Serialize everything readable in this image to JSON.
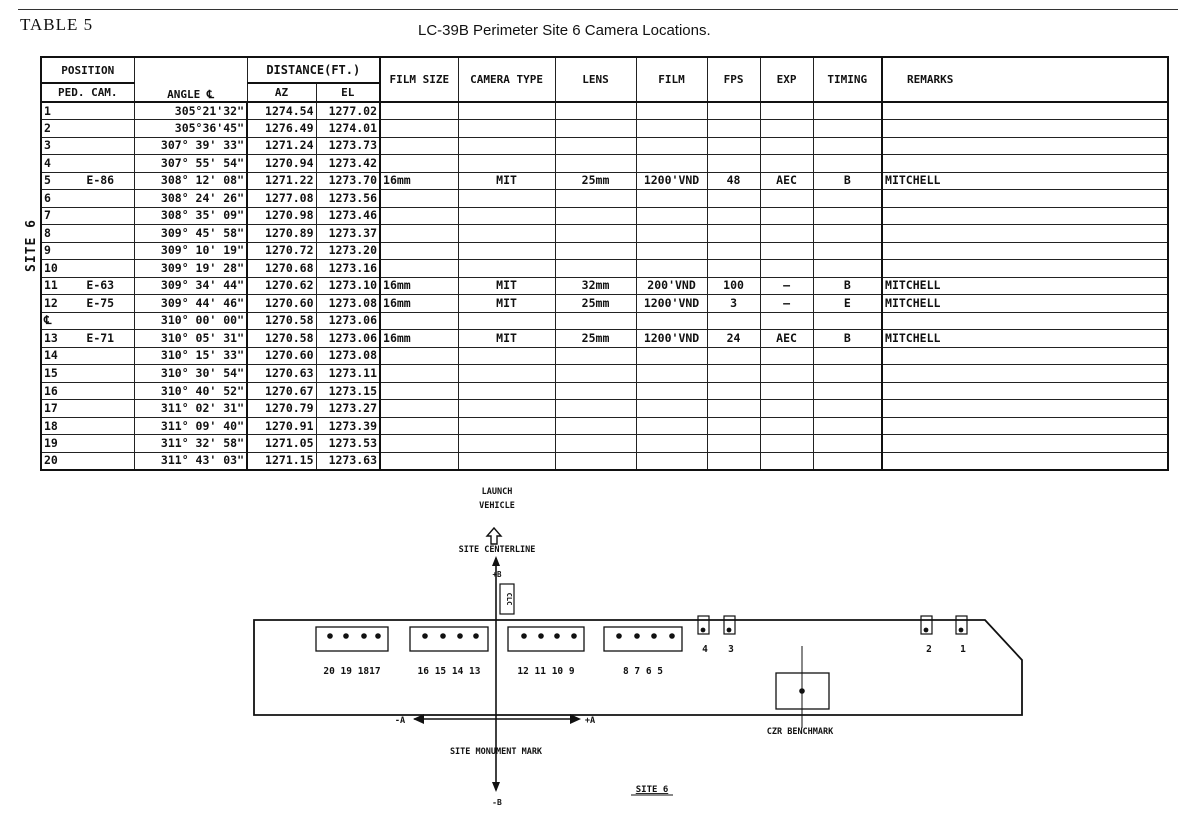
{
  "header": {
    "table_label": "TABLE 5",
    "title": "LC-39B Perimeter Site 6 Camera Locations."
  },
  "side_label": "SITE 6",
  "columns": {
    "position": "POSITION",
    "ped_cam": "PED. CAM.",
    "angle": "ANGLE ℄",
    "distance": "DISTANCE(FT.)",
    "az": "AZ",
    "el": "EL",
    "film_size": "FILM SIZE",
    "camera_type": "CAMERA TYPE",
    "lens": "LENS",
    "film": "FILM",
    "fps": "FPS",
    "exp": "EXP",
    "timing": "TIMING",
    "remarks": "REMARKS"
  },
  "rows": [
    {
      "pos": "1",
      "cam": "",
      "angle": "305°21'32\"",
      "az": "1274.54",
      "el": "1277.02",
      "film_size": "",
      "camera_type": "",
      "lens": "",
      "film": "",
      "fps": "",
      "exp": "",
      "timing": "",
      "remarks": ""
    },
    {
      "pos": "2",
      "cam": "",
      "angle": "305°36'45\"",
      "az": "1276.49",
      "el": "1274.01",
      "film_size": "",
      "camera_type": "",
      "lens": "",
      "film": "",
      "fps": "",
      "exp": "",
      "timing": "",
      "remarks": ""
    },
    {
      "pos": "3",
      "cam": "",
      "angle": "307° 39' 33\"",
      "az": "1271.24",
      "el": "1273.73",
      "film_size": "",
      "camera_type": "",
      "lens": "",
      "film": "",
      "fps": "",
      "exp": "",
      "timing": "",
      "remarks": ""
    },
    {
      "pos": "4",
      "cam": "",
      "angle": "307° 55' 54\"",
      "az": "1270.94",
      "el": "1273.42",
      "film_size": "",
      "camera_type": "",
      "lens": "",
      "film": "",
      "fps": "",
      "exp": "",
      "timing": "",
      "remarks": ""
    },
    {
      "pos": "5",
      "cam": "E-86",
      "angle": "308° 12' 08\"",
      "az": "1271.22",
      "el": "1273.70",
      "film_size": "16mm",
      "camera_type": "MIT",
      "lens": "25mm",
      "film": "1200'VND",
      "fps": "48",
      "exp": "AEC",
      "timing": "B",
      "remarks": "MITCHELL"
    },
    {
      "pos": "6",
      "cam": "",
      "angle": "308° 24' 26\"",
      "az": "1277.08",
      "el": "1273.56",
      "film_size": "",
      "camera_type": "",
      "lens": "",
      "film": "",
      "fps": "",
      "exp": "",
      "timing": "",
      "remarks": ""
    },
    {
      "pos": "7",
      "cam": "",
      "angle": "308° 35' 09\"",
      "az": "1270.98",
      "el": "1273.46",
      "film_size": "",
      "camera_type": "",
      "lens": "",
      "film": "",
      "fps": "",
      "exp": "",
      "timing": "",
      "remarks": ""
    },
    {
      "pos": "8",
      "cam": "",
      "angle": "309° 45' 58\"",
      "az": "1270.89",
      "el": "1273.37",
      "film_size": "",
      "camera_type": "",
      "lens": "",
      "film": "",
      "fps": "",
      "exp": "",
      "timing": "",
      "remarks": ""
    },
    {
      "pos": "9",
      "cam": "",
      "angle": "309° 10' 19\"",
      "az": "1270.72",
      "el": "1273.20",
      "film_size": "",
      "camera_type": "",
      "lens": "",
      "film": "",
      "fps": "",
      "exp": "",
      "timing": "",
      "remarks": ""
    },
    {
      "pos": "10",
      "cam": "",
      "angle": "309° 19' 28\"",
      "az": "1270.68",
      "el": "1273.16",
      "film_size": "",
      "camera_type": "",
      "lens": "",
      "film": "",
      "fps": "",
      "exp": "",
      "timing": "",
      "remarks": ""
    },
    {
      "pos": "11",
      "cam": "E-63",
      "angle": "309° 34' 44\"",
      "az": "1270.62",
      "el": "1273.10",
      "film_size": "16mm",
      "camera_type": "MIT",
      "lens": "32mm",
      "film": "200'VND",
      "fps": "100",
      "exp": "—",
      "timing": "B",
      "remarks": "MITCHELL"
    },
    {
      "pos": "12",
      "cam": "E-75",
      "angle": "309° 44' 46\"",
      "az": "1270.60",
      "el": "1273.08",
      "film_size": "16mm",
      "camera_type": "MIT",
      "lens": "25mm",
      "film": "1200'VND",
      "fps": "3",
      "exp": "—",
      "timing": "E",
      "remarks": "MITCHELL"
    },
    {
      "pos": "℄",
      "cam": "",
      "angle": "310° 00' 00\"",
      "az": "1270.58",
      "el": "1273.06",
      "film_size": "",
      "camera_type": "",
      "lens": "",
      "film": "",
      "fps": "",
      "exp": "",
      "timing": "",
      "remarks": ""
    },
    {
      "pos": "13",
      "cam": "E-71",
      "angle": "310° 05' 31\"",
      "az": "1270.58",
      "el": "1273.06",
      "film_size": "16mm",
      "camera_type": "MIT",
      "lens": "25mm",
      "film": "1200'VND",
      "fps": "24",
      "exp": "AEC",
      "timing": "B",
      "remarks": "MITCHELL"
    },
    {
      "pos": "14",
      "cam": "",
      "angle": "310° 15' 33\"",
      "az": "1270.60",
      "el": "1273.08",
      "film_size": "",
      "camera_type": "",
      "lens": "",
      "film": "",
      "fps": "",
      "exp": "",
      "timing": "",
      "remarks": ""
    },
    {
      "pos": "15",
      "cam": "",
      "angle": "310° 30' 54\"",
      "az": "1270.63",
      "el": "1273.11",
      "film_size": "",
      "camera_type": "",
      "lens": "",
      "film": "",
      "fps": "",
      "exp": "",
      "timing": "",
      "remarks": ""
    },
    {
      "pos": "16",
      "cam": "",
      "angle": "310° 40' 52\"",
      "az": "1270.67",
      "el": "1273.15",
      "film_size": "",
      "camera_type": "",
      "lens": "",
      "film": "",
      "fps": "",
      "exp": "",
      "timing": "",
      "remarks": ""
    },
    {
      "pos": "17",
      "cam": "",
      "angle": "311° 02' 31\"",
      "az": "1270.79",
      "el": "1273.27",
      "film_size": "",
      "camera_type": "",
      "lens": "",
      "film": "",
      "fps": "",
      "exp": "",
      "timing": "",
      "remarks": ""
    },
    {
      "pos": "18",
      "cam": "",
      "angle": "311° 09' 40\"",
      "az": "1270.91",
      "el": "1273.39",
      "film_size": "",
      "camera_type": "",
      "lens": "",
      "film": "",
      "fps": "",
      "exp": "",
      "timing": "",
      "remarks": ""
    },
    {
      "pos": "19",
      "cam": "",
      "angle": "311° 32' 58\"",
      "az": "1271.05",
      "el": "1273.53",
      "film_size": "",
      "camera_type": "",
      "lens": "",
      "film": "",
      "fps": "",
      "exp": "",
      "timing": "",
      "remarks": ""
    },
    {
      "pos": "20",
      "cam": "",
      "angle": "311° 43' 03\"",
      "az": "1271.15",
      "el": "1273.63",
      "film_size": "",
      "camera_type": "",
      "lens": "",
      "film": "",
      "fps": "",
      "exp": "",
      "timing": "",
      "remarks": ""
    }
  ],
  "diagram": {
    "launch_vehicle": [
      "LAUNCH",
      "VEHICLE"
    ],
    "site_centerline": "SITE CENTERLINE",
    "plus_b": "+B",
    "minus_b": "-B",
    "minus_a": "-A",
    "plus_a": "+A",
    "monument": "SITE MONUMENT MARK",
    "benchmark": "CZR BENCHMARK",
    "marker": "CLC",
    "caption": "SITE 6",
    "groups": [
      "20 19 1817",
      "16 15 14 13",
      "12 11 10 9",
      "8 7 6 5"
    ],
    "singles": [
      "4",
      "3",
      "2",
      "1"
    ]
  }
}
